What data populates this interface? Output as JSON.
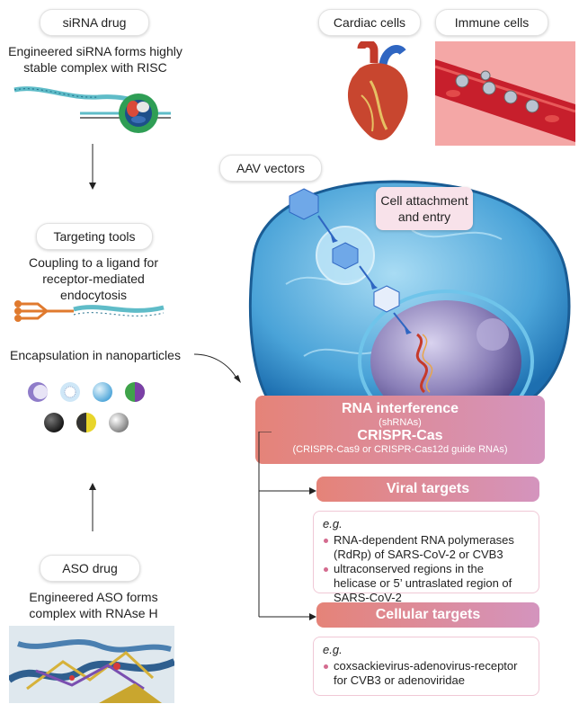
{
  "left": {
    "sirna_title": "siRNA drug",
    "sirna_desc": "Engineered siRNA forms highly stable complex with RISC",
    "targeting_title": "Targeting tools",
    "targeting_desc": "Coupling to a ligand for receptor-mediated endocytosis",
    "encapsulation": "Encapsulation in nanoparticles",
    "aso_title": "ASO drug",
    "aso_desc": "Engineered ASO forms complex with RNAse H"
  },
  "top_right": {
    "cardiac": "Cardiac cells",
    "immune": "Immune cells"
  },
  "cell": {
    "aav_label": "AAV vectors",
    "attachment": "Cell attachment and entry"
  },
  "therapy": {
    "rnai_title": "RNA interference",
    "rnai_sub": "(shRNAs)",
    "crispr_title": "CRISPR-Cas",
    "crispr_sub": "(CRISPR-Cas9 or CRISPR-Cas12d guide RNAs)"
  },
  "viral": {
    "header": "Viral targets",
    "eg": "e.g.",
    "items": [
      "RNA-dependent RNA polymerases (RdRp) of SARS-CoV-2 or CVB3",
      "ultraconserved regions in the helicase or 5’ untraslated region of SARS-CoV-2"
    ]
  },
  "cellular": {
    "header": "Cellular targets",
    "eg": "e.g.",
    "items": [
      "coxsackievirus-adenovirus-receptor for CVB3 or adenoviridae"
    ]
  },
  "colors": {
    "accent_gradient_start": "#e58378",
    "accent_gradient_end": "#d494be",
    "cell_blue": "#4aa3d8",
    "nucleus_purple": "#8a7fb8"
  }
}
